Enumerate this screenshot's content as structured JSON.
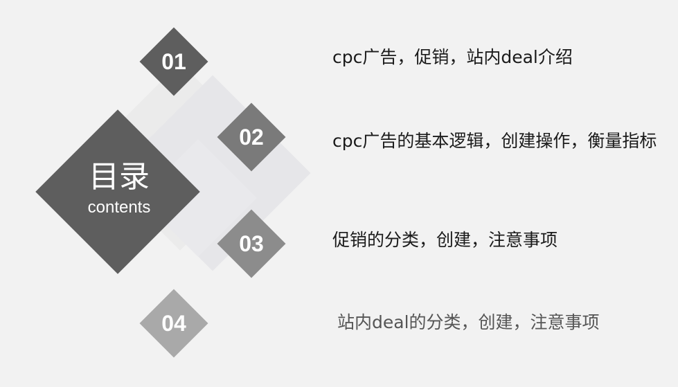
{
  "toc": {
    "title": "目录",
    "subtitle": "contents",
    "items": [
      {
        "number": "01",
        "text": "cpc广告，促销，站内deal介绍"
      },
      {
        "number": "02",
        "text": "cpc广告的基本逻辑，创建操作，衡量指标"
      },
      {
        "number": "03",
        "text": "促销的分类，创建，注意事项"
      },
      {
        "number": "04",
        "text": "站内deal的分类，创建，注意事项"
      }
    ]
  },
  "colors": {
    "background": "#f2f2f2",
    "main_diamond": "#5e5e5e",
    "item_01": "#5e5e5e",
    "item_02": "#7a7a7a",
    "item_03": "#8c8c8c",
    "item_04": "#a9a9a9"
  }
}
